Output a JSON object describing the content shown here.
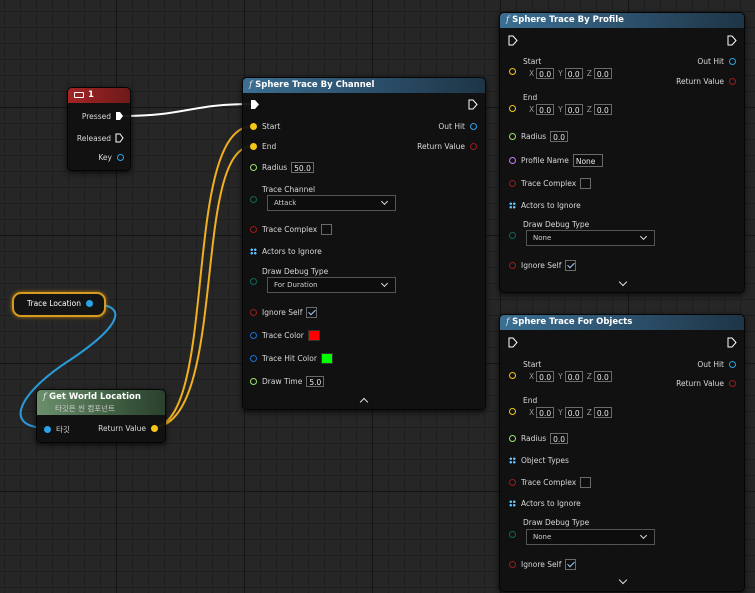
{
  "colors": {
    "exec_white": "#ffffff",
    "vector_pin": "#f5c518",
    "float_pin": "#9be36a",
    "bool_pin": "#9b1c1c",
    "object_pin": "#2aa3e8",
    "name_pin": "#c77cff",
    "color_pin": "#1f6fd6",
    "enum_pin": "#10665a",
    "trace_color": "#ff0000",
    "trace_hit_color": "#00ff00",
    "wire_yellow": "#f0b020",
    "wire_blue": "#2a9bd8"
  },
  "key_node": {
    "title": "1",
    "pressed": "Pressed",
    "released": "Released",
    "key": "Key"
  },
  "trace_location": {
    "label": "Trace Location"
  },
  "get_world_location": {
    "title": "Get World Location",
    "subtitle": "타깃은 씬 컴포넌트",
    "target": "타깃",
    "return_value": "Return Value"
  },
  "channel_node": {
    "title": "Sphere Trace By Channel",
    "start": "Start",
    "end": "End",
    "out_hit": "Out Hit",
    "return_value": "Return Value",
    "radius_label": "Radius",
    "radius_value": "50.0",
    "trace_channel_label": "Trace Channel",
    "trace_channel_value": "Attack",
    "trace_complex": "Trace Complex",
    "actors_to_ignore": "Actors to Ignore",
    "draw_debug_type_label": "Draw Debug Type",
    "draw_debug_type_value": "For Duration",
    "ignore_self": "Ignore Self",
    "trace_color": "Trace Color",
    "trace_hit_color": "Trace Hit Color",
    "draw_time_label": "Draw Time",
    "draw_time_value": "5.0"
  },
  "profile_node": {
    "title": "Sphere Trace By Profile",
    "start": "Start",
    "end": "End",
    "x": "X",
    "y": "Y",
    "z": "Z",
    "start_x": "0.0",
    "start_y": "0.0",
    "start_z": "0.0",
    "end_x": "0.0",
    "end_y": "0.0",
    "end_z": "0.0",
    "out_hit": "Out Hit",
    "return_value": "Return Value",
    "radius_label": "Radius",
    "radius_value": "0.0",
    "profile_name_label": "Profile Name",
    "profile_name_value": "None",
    "trace_complex": "Trace Complex",
    "actors_to_ignore": "Actors to Ignore",
    "draw_debug_type_label": "Draw Debug Type",
    "draw_debug_type_value": "None",
    "ignore_self": "Ignore Self"
  },
  "objects_node": {
    "title": "Sphere Trace For Objects",
    "start": "Start",
    "end": "End",
    "x": "X",
    "y": "Y",
    "z": "Z",
    "start_x": "0.0",
    "start_y": "0.0",
    "start_z": "0.0",
    "end_x": "0.0",
    "end_y": "0.0",
    "end_z": "0.0",
    "out_hit": "Out Hit",
    "return_value": "Return Value",
    "radius_label": "Radius",
    "radius_value": "0.0",
    "object_types": "Object Types",
    "trace_complex": "Trace Complex",
    "actors_to_ignore": "Actors to Ignore",
    "draw_debug_type_label": "Draw Debug Type",
    "draw_debug_type_value": "None",
    "ignore_self": "Ignore Self"
  }
}
